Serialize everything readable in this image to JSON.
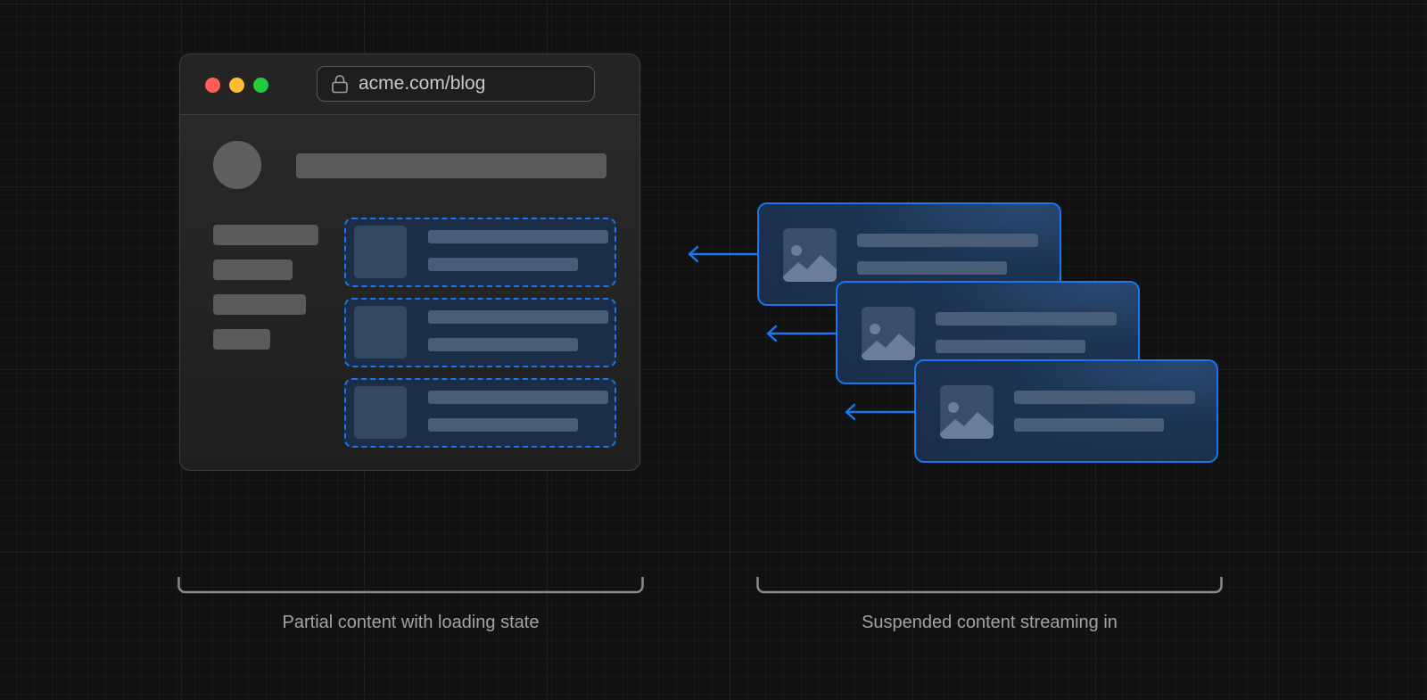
{
  "browser": {
    "url": "acme.com/blog",
    "icons": {
      "lock": "lock-icon"
    }
  },
  "captions": {
    "left": "Partial content with loading state",
    "right": "Suspended content streaming in"
  },
  "colors": {
    "background": "#111111",
    "accent": "#1a76ee",
    "skeleton": "#5a5a5a",
    "card_fill": "#1c3352",
    "traffic_red": "#ff5f57",
    "traffic_yellow": "#febc2e",
    "traffic_green": "#28c840",
    "caption_text": "#a3a3a3"
  },
  "cards": [
    {
      "icon": "image-icon"
    },
    {
      "icon": "image-icon"
    },
    {
      "icon": "image-icon"
    }
  ]
}
